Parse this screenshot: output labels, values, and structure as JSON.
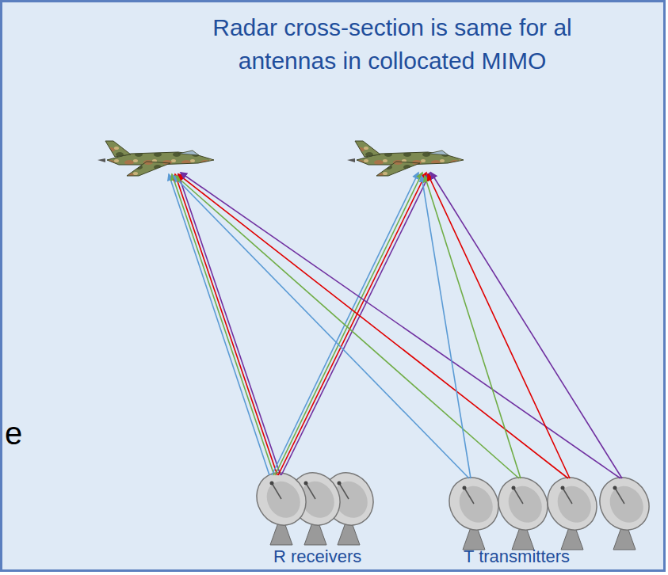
{
  "diagram": {
    "title": "Radar cross-section is same for al antennas in collocated MIMO",
    "labels": [
      "R receivers",
      "T transmitters",
      "e"
    ]
  }
}
